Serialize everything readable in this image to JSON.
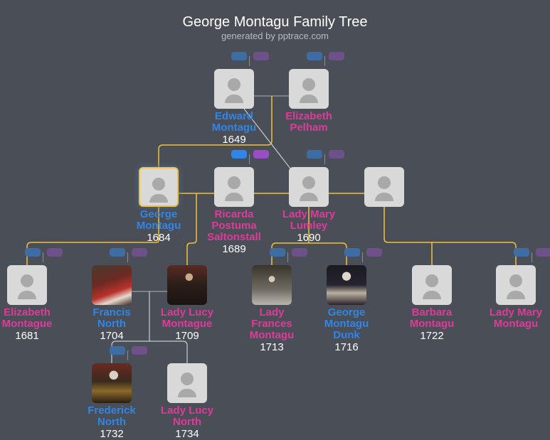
{
  "title": "George Montagu Family Tree",
  "subtitle": "generated by pptrace.com",
  "colors": {
    "male": "#2f86e8",
    "female": "#e0399a",
    "line": "#f2c03c",
    "background": "#4a4f57"
  },
  "people": [
    {
      "id": "edward",
      "name": [
        "Edward",
        "Montagu"
      ],
      "year": "1649",
      "gender": "m",
      "photo": false
    },
    {
      "id": "elizabeth-pelham",
      "name": [
        "Elizabeth",
        "Pelham"
      ],
      "year": "",
      "gender": "f",
      "photo": false
    },
    {
      "id": "george",
      "name": [
        "George",
        "Montagu"
      ],
      "year": "1684",
      "gender": "m",
      "photo": false,
      "selected": true
    },
    {
      "id": "ricarda",
      "name": [
        "Ricarda",
        "Postuma",
        "Saltonstall"
      ],
      "year": "1689",
      "gender": "f",
      "photo": false
    },
    {
      "id": "mary-lumley",
      "name": [
        "Lady Mary",
        "Lumley"
      ],
      "year": "1690",
      "gender": "f",
      "photo": false
    },
    {
      "id": "unknown",
      "name": [],
      "year": "",
      "gender": "f",
      "photo": false
    },
    {
      "id": "elizabeth-montague",
      "name": [
        "Elizabeth",
        "Montague"
      ],
      "year": "1681",
      "gender": "f",
      "photo": false
    },
    {
      "id": "francis-north",
      "name": [
        "Francis",
        "North"
      ],
      "year": "1704",
      "gender": "m",
      "photo": true
    },
    {
      "id": "lucy-montague",
      "name": [
        "Lady Lucy",
        "Montague"
      ],
      "year": "1709",
      "gender": "f",
      "photo": true
    },
    {
      "id": "frances-montagu",
      "name": [
        "Lady",
        "Frances",
        "Montagu"
      ],
      "year": "1713",
      "gender": "f",
      "photo": true
    },
    {
      "id": "george-dunk",
      "name": [
        "George",
        "Montagu",
        "Dunk"
      ],
      "year": "1716",
      "gender": "m",
      "photo": true
    },
    {
      "id": "barbara",
      "name": [
        "Barbara",
        "Montagu"
      ],
      "year": "1722",
      "gender": "f",
      "photo": false
    },
    {
      "id": "mary-montagu",
      "name": [
        "Lady Mary",
        "Montagu"
      ],
      "year": "",
      "gender": "f",
      "photo": false
    },
    {
      "id": "frederick-north",
      "name": [
        "Frederick",
        "North"
      ],
      "year": "1732",
      "gender": "m",
      "photo": true
    },
    {
      "id": "lucy-north",
      "name": [
        "Lady Lucy",
        "North"
      ],
      "year": "1734",
      "gender": "f",
      "photo": false
    }
  ]
}
